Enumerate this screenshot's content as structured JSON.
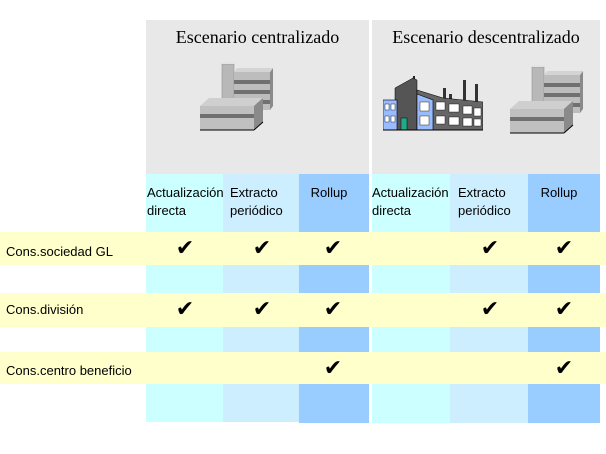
{
  "scenarios": [
    {
      "title": "Escenario centralizado",
      "icons": [
        "central-server-building-icon"
      ]
    },
    {
      "title": "Escenario descentralizado",
      "icons": [
        "factory-icon",
        "central-server-building-icon"
      ]
    }
  ],
  "columns": [
    {
      "label_line1": "Actualización",
      "label_line2": "directa",
      "color": "#ccffff"
    },
    {
      "label_line1": "Extracto",
      "label_line2": "periódico",
      "color": "#cceeff"
    },
    {
      "label_line1": "Rollup",
      "label_line2": "",
      "color": "#99ccff"
    },
    {
      "label_line1": "Actualización",
      "label_line2": "directa",
      "color": "#ccffff"
    },
    {
      "label_line1": "Extracto",
      "label_line2": "periódico",
      "color": "#cceeff"
    },
    {
      "label_line1": "Rollup",
      "label_line2": "",
      "color": "#99ccff"
    }
  ],
  "rows": [
    {
      "label": "Cons.sociedad GL",
      "checks": [
        true,
        true,
        true,
        false,
        true,
        true
      ]
    },
    {
      "label": "Cons.división",
      "checks": [
        true,
        true,
        true,
        false,
        true,
        true
      ]
    },
    {
      "label": "Cons.centro beneficio",
      "checks": [
        false,
        false,
        true,
        false,
        false,
        true
      ]
    }
  ],
  "check_glyph": "✔",
  "colors": {
    "header_gray": "#e8e8e8",
    "row_yellow": "#ffffcc"
  }
}
